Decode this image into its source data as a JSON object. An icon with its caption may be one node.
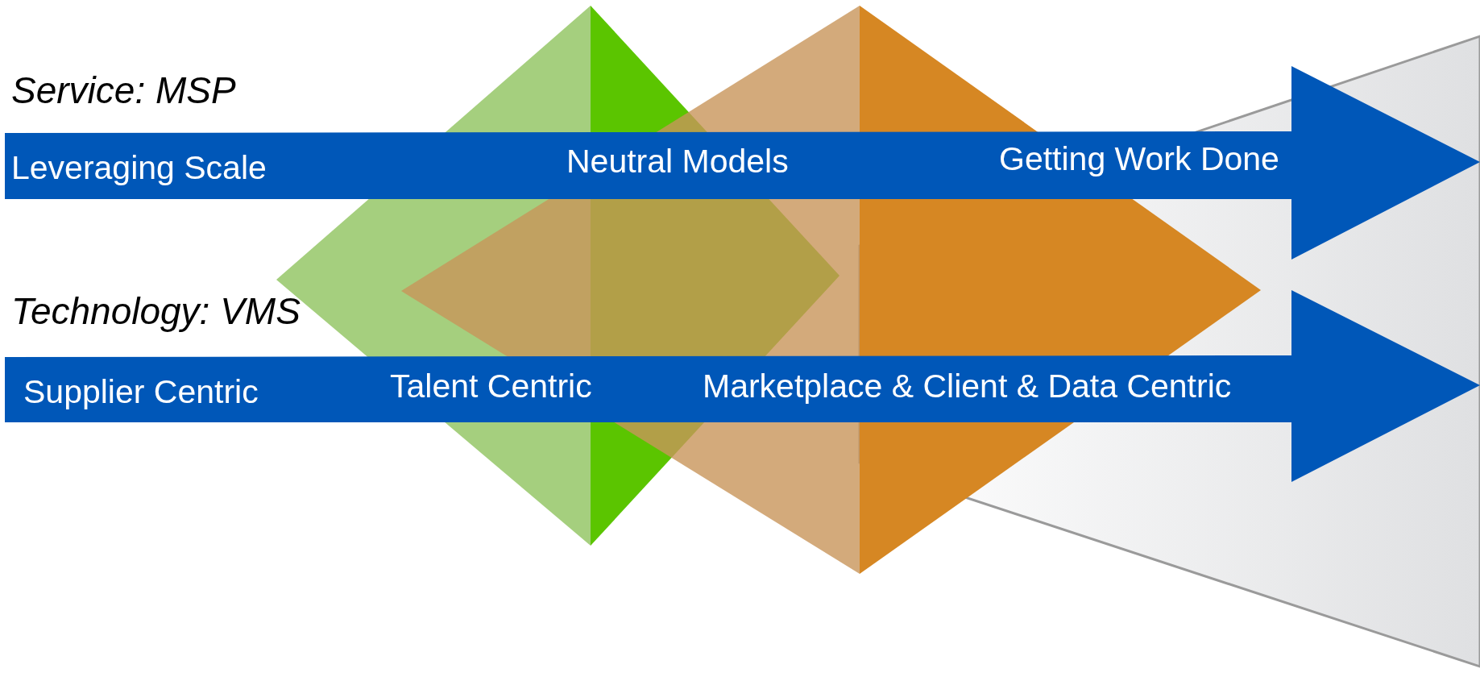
{
  "diagram": {
    "nodes": [
      {
        "text": [
          "Service: MSP",
          "Leveraging Scale",
          "Neutral Models",
          "Getting Work Done"
        ]
      },
      {
        "text": [
          "Technology: VMS",
          "Supplier Centric",
          "Talent Centric",
          "Marketplace & Client & Data Centric"
        ]
      }
    ]
  }
}
